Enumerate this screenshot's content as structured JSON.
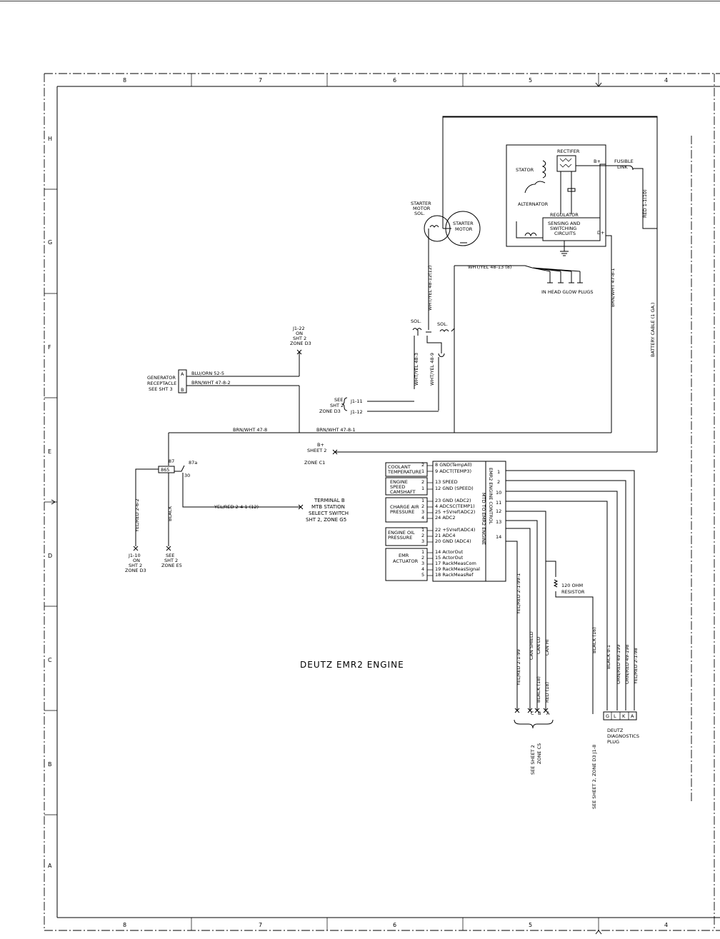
{
  "zones": {
    "columns": [
      "8",
      "7",
      "6",
      "5",
      "4"
    ],
    "rows": [
      "H",
      "G",
      "F",
      "E",
      "D",
      "C",
      "B",
      "A"
    ]
  },
  "title": "DEUTZ EMR2 ENGINE",
  "alternator": {
    "rectifier": "RECTIFER",
    "stator": "STATOR",
    "alternator": "ALTERNATOR",
    "regulator": "REGULATOR",
    "sensing1": "SENSING AND",
    "sensing2": "SWITCHING",
    "sensing3": "CIRCUITS",
    "b_plus": "B+",
    "d_plus": "D+",
    "fusible1": "FUSIBLE",
    "fusible2": "LINK"
  },
  "starter": {
    "sol1": "STARTER",
    "sol2": "MOTOR",
    "sol3": "SOL.",
    "motor1": "STARTER",
    "motor2": "MOTOR"
  },
  "glow": {
    "wire": "WHT/YEL 48-13 (8)",
    "label": "IN HEAD GLOW PLUGS"
  },
  "wires": {
    "red_1_1": "RED 1-1(10)",
    "brn_wht_47_8_1_vert": "BRN/WHT 47-8-1",
    "battery_cable": "BATTERY CABLE (1 GA.)",
    "wht_yel_48_12": "WHT/YEL 48-12(12)",
    "wht_yel_48_3": "WHT/YEL 48-3",
    "wht_yel_48_9": "WHT/YEL 48-9",
    "sol_a": "SOL.",
    "sol_b": "SOL.",
    "blu_orn": "BLU/ORN 52-5",
    "brn_wht_47_8_2": "BRN/WHT 47-8-2",
    "brn_wht_47_8": "BRN/WHT 47-8",
    "brn_wht_47_8_1": "BRN/WHT 47-8-1",
    "yel_red_2_6_2": "YEL/RED 2-6-2",
    "black": "BLACK",
    "yel_red_2_4_1": "YEL/RED 2-4-1 (12)",
    "yel_red_2_1_99_1": "YEL/RED 2-1-99-1",
    "yel_red_2_1_99": "YEL/RED 2-1-99",
    "can_shield": "CAN SHIELD",
    "can_lo": "CAN LO",
    "can_hi": "CAN HI",
    "black_18": "BLACK (18)",
    "red_18": "RED (18)",
    "black_16": "BLACK (16)",
    "black_0_1": "BLACK 0-1",
    "orn_red_49_199": "ORN/RED 49-199",
    "orn_red_49_198": "ORN/RED 49-198",
    "yel_red_2_1_98": "YEL/RED 2-1-98"
  },
  "refs": {
    "j1_22": [
      "J1-22",
      "ON",
      "SHT 2",
      "ZONE D3"
    ],
    "generator": [
      "GENERATOR",
      "RECEPTACLE",
      "SEE SHT 3"
    ],
    "gen_pins": [
      "A",
      "B"
    ],
    "see_sht2_d3": [
      "SEE",
      "SHT 2",
      "ZONE D3"
    ],
    "j1_11": "J1-11",
    "j1_12": "J1-12",
    "b_plus": [
      "B+",
      "SHEET 2",
      "ZONE C1"
    ],
    "relay": "87",
    "relay_87a": "87a",
    "relay_30": "30",
    "relay_box": "865",
    "terminal_b": [
      "TERMINAL B",
      "MTB STATION",
      "SELECT SWITCH",
      "SHT 2, ZONE G5"
    ],
    "j1_10": [
      "J1-10",
      "ON",
      "SHT 2",
      "ZONE D3"
    ],
    "see_sht2_e5": [
      "SEE",
      "SHT 2",
      "ZONE E5"
    ],
    "resistor": [
      "120 OHM",
      "RESISTOR"
    ],
    "see_sheet2_c5": [
      "SEE SHEET 2",
      "ZONE C5"
    ],
    "can_pins": [
      "C",
      "B",
      "A"
    ],
    "see_sheet2_d3": "SEE SHEET 2, ZONE D3  J1-8",
    "diag_pins": [
      "G",
      "L",
      "K",
      "A"
    ],
    "diag_plug": [
      "DEUTZ",
      "DIAGNOSTICS",
      "PLUG"
    ]
  },
  "sensors": [
    {
      "name": [
        "COOLANT",
        "TEMPERATURE"
      ],
      "pins": [
        "2",
        "1"
      ],
      "ecu": [
        "8 GND(TempAll)",
        "9 ADCT(TEMP3)"
      ]
    },
    {
      "name": [
        "ENGINE",
        "SPEED",
        "CAMSHAFT"
      ],
      "pins": [
        "2",
        "1"
      ],
      "ecu": [
        "13 SPEED",
        "12 GND (SPEED)"
      ]
    },
    {
      "name": [
        "CHARGE AIR",
        "PRESSURE"
      ],
      "pins": [
        "1",
        "2",
        "3",
        "4"
      ],
      "ecu": [
        "23 GND (ADC2)",
        "4 ADCSC(TEMP1)",
        "25 +5Vref(ADC2)",
        "24 ADC2"
      ]
    },
    {
      "name": [
        "ENGINE OIL",
        "PRESSURE"
      ],
      "pins": [
        "1",
        "2",
        "3"
      ],
      "ecu": [
        "22 +5Vref(ADC4)",
        "21 ADC4",
        "20 GND (ADC4)"
      ]
    },
    {
      "name": [
        "EMR",
        "ACTUATOR"
      ],
      "pins": [
        "1",
        "2",
        "3",
        "4",
        "5"
      ],
      "ecu": [
        "14 ActorOut",
        "15 ActorOut",
        "17 RackMeasCom",
        "19 RackMeasSignal",
        "18 RackMeasRef"
      ]
    }
  ],
  "ecu": {
    "title1": "EMR2 ENGINE CONTROL",
    "title2": "MTD TO EMR2 ENGINE",
    "pins": [
      "1",
      "2",
      "10",
      "11",
      "12",
      "13",
      "14"
    ]
  }
}
